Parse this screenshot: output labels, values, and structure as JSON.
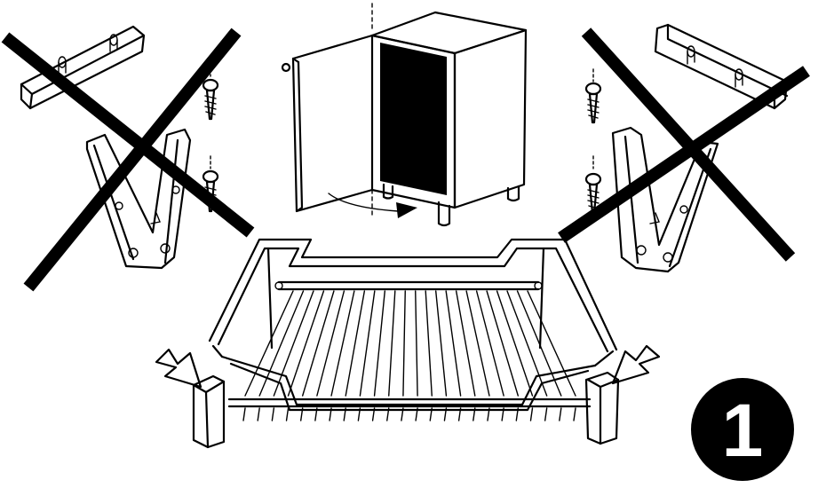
{
  "step": {
    "number": "1",
    "badge_color": "#000000",
    "number_color": "#ffffff"
  },
  "panels": {
    "left_rail_set": {
      "status": "not-to-use",
      "cross_icon": "x-cross-icon"
    },
    "right_rail_set": {
      "status": "not-to-use",
      "cross_icon": "x-cross-icon"
    },
    "cabinet": {
      "door": "open",
      "arrow_icon": "curved-arrow-icon"
    },
    "wire_basket": {
      "pointer_icons": [
        "arrow-left-pointer-icon",
        "arrow-right-pointer-icon"
      ]
    }
  },
  "colors": {
    "ink": "#000000",
    "paper": "#ffffff"
  }
}
